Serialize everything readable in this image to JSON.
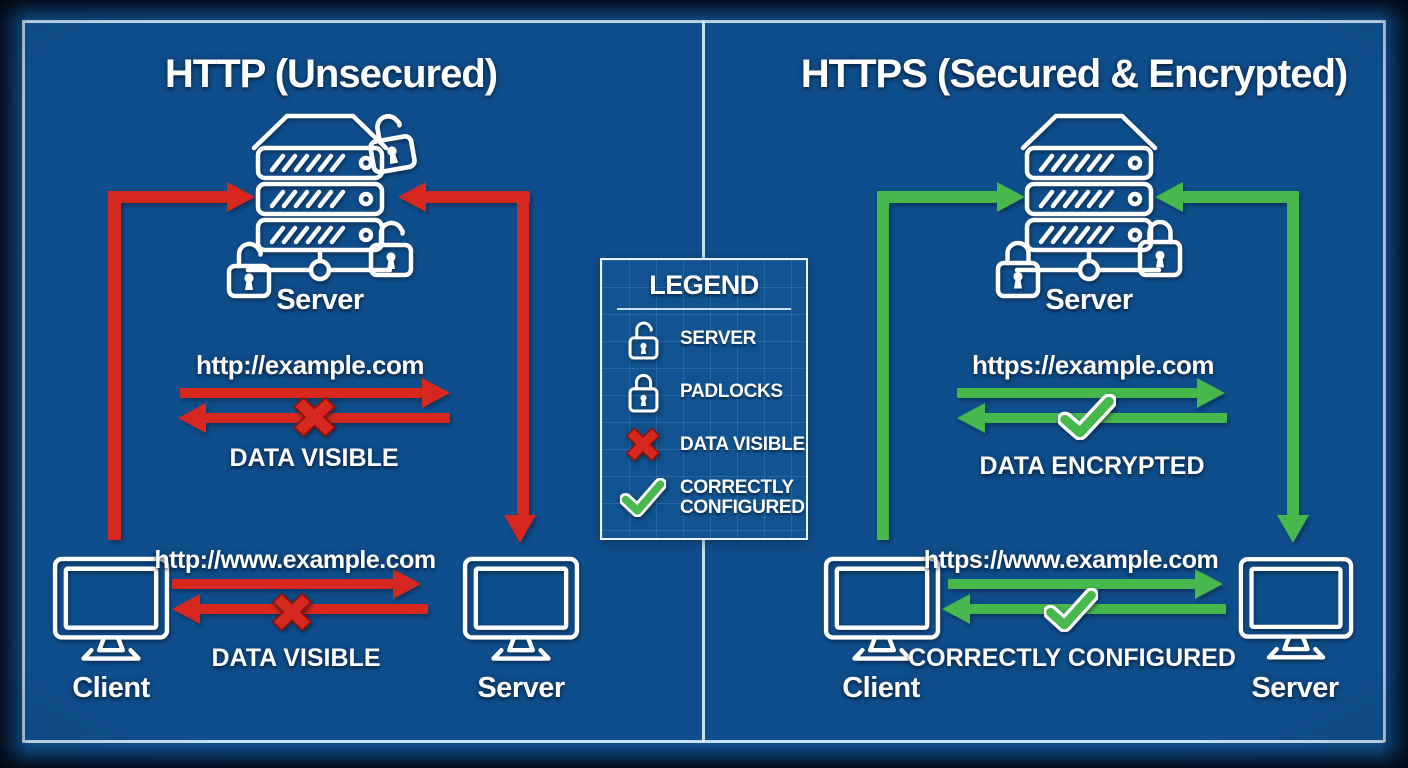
{
  "colors": {
    "background_blue": "#0f4e8c",
    "grid_line_blue": "#96cdff",
    "line_art_white": "#ffffff",
    "arrow_red": "#d7281f",
    "arrow_green": "#46b84c"
  },
  "left_panel": {
    "title": "HTTP (Unsecured)",
    "server_caption": "Server",
    "mid_flow": {
      "url": "http://example.com",
      "status": "DATA VISIBLE"
    },
    "bottom_flow": {
      "url": "http://www.example.com",
      "status": "DATA VISIBLE",
      "client_caption": "Client",
      "server_caption": "Server"
    }
  },
  "right_panel": {
    "title": "HTTPS (Secured & Encrypted)",
    "server_caption": "Server",
    "mid_flow": {
      "url": "https://example.com",
      "status": "DATA ENCRYPTED"
    },
    "bottom_flow": {
      "url": "https://www.example.com",
      "status": "CORRECTLY CONFIGURED",
      "client_caption": "Client",
      "server_caption": "Server"
    }
  },
  "legend": {
    "title": "LEGEND",
    "items": [
      {
        "icon": "open-padlock-icon",
        "label": "SERVER"
      },
      {
        "icon": "closed-padlock-icon",
        "label": "PADLOCKS"
      },
      {
        "icon": "red-x-icon",
        "label": "DATA VISIBLE"
      },
      {
        "icon": "green-check-icon",
        "label": "CORRECTLY CONFIGURED"
      }
    ]
  }
}
